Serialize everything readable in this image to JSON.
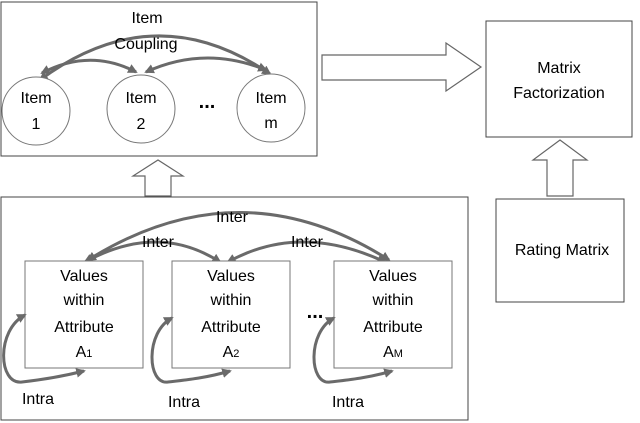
{
  "item_coupling": {
    "title_line1": "Item",
    "title_line2": "Coupling",
    "items": [
      {
        "line1": "Item",
        "line2": "1"
      },
      {
        "line1": "Item",
        "line2": "2"
      },
      {
        "line1": "Item",
        "line2": "m"
      }
    ],
    "ellipsis": "..."
  },
  "matrix_factorization": {
    "line1": "Matrix",
    "line2": "Factorization"
  },
  "rating_matrix": {
    "label": "Rating Matrix"
  },
  "attributes": {
    "inter_top": "Inter",
    "inter_left": "Inter",
    "inter_right": "Inter",
    "ellipsis": "...",
    "boxes": [
      {
        "line1": "Values",
        "line2": "within",
        "line3": "Attribute",
        "sym": "A",
        "sub": "1",
        "intra": "Intra"
      },
      {
        "line1": "Values",
        "line2": "within",
        "line3": "Attribute",
        "sym": "A",
        "sub": "2",
        "intra": "Intra"
      },
      {
        "line1": "Values",
        "line2": "within",
        "line3": "Attribute",
        "sym": "A",
        "sub": "M",
        "intra": "Intra"
      }
    ]
  }
}
